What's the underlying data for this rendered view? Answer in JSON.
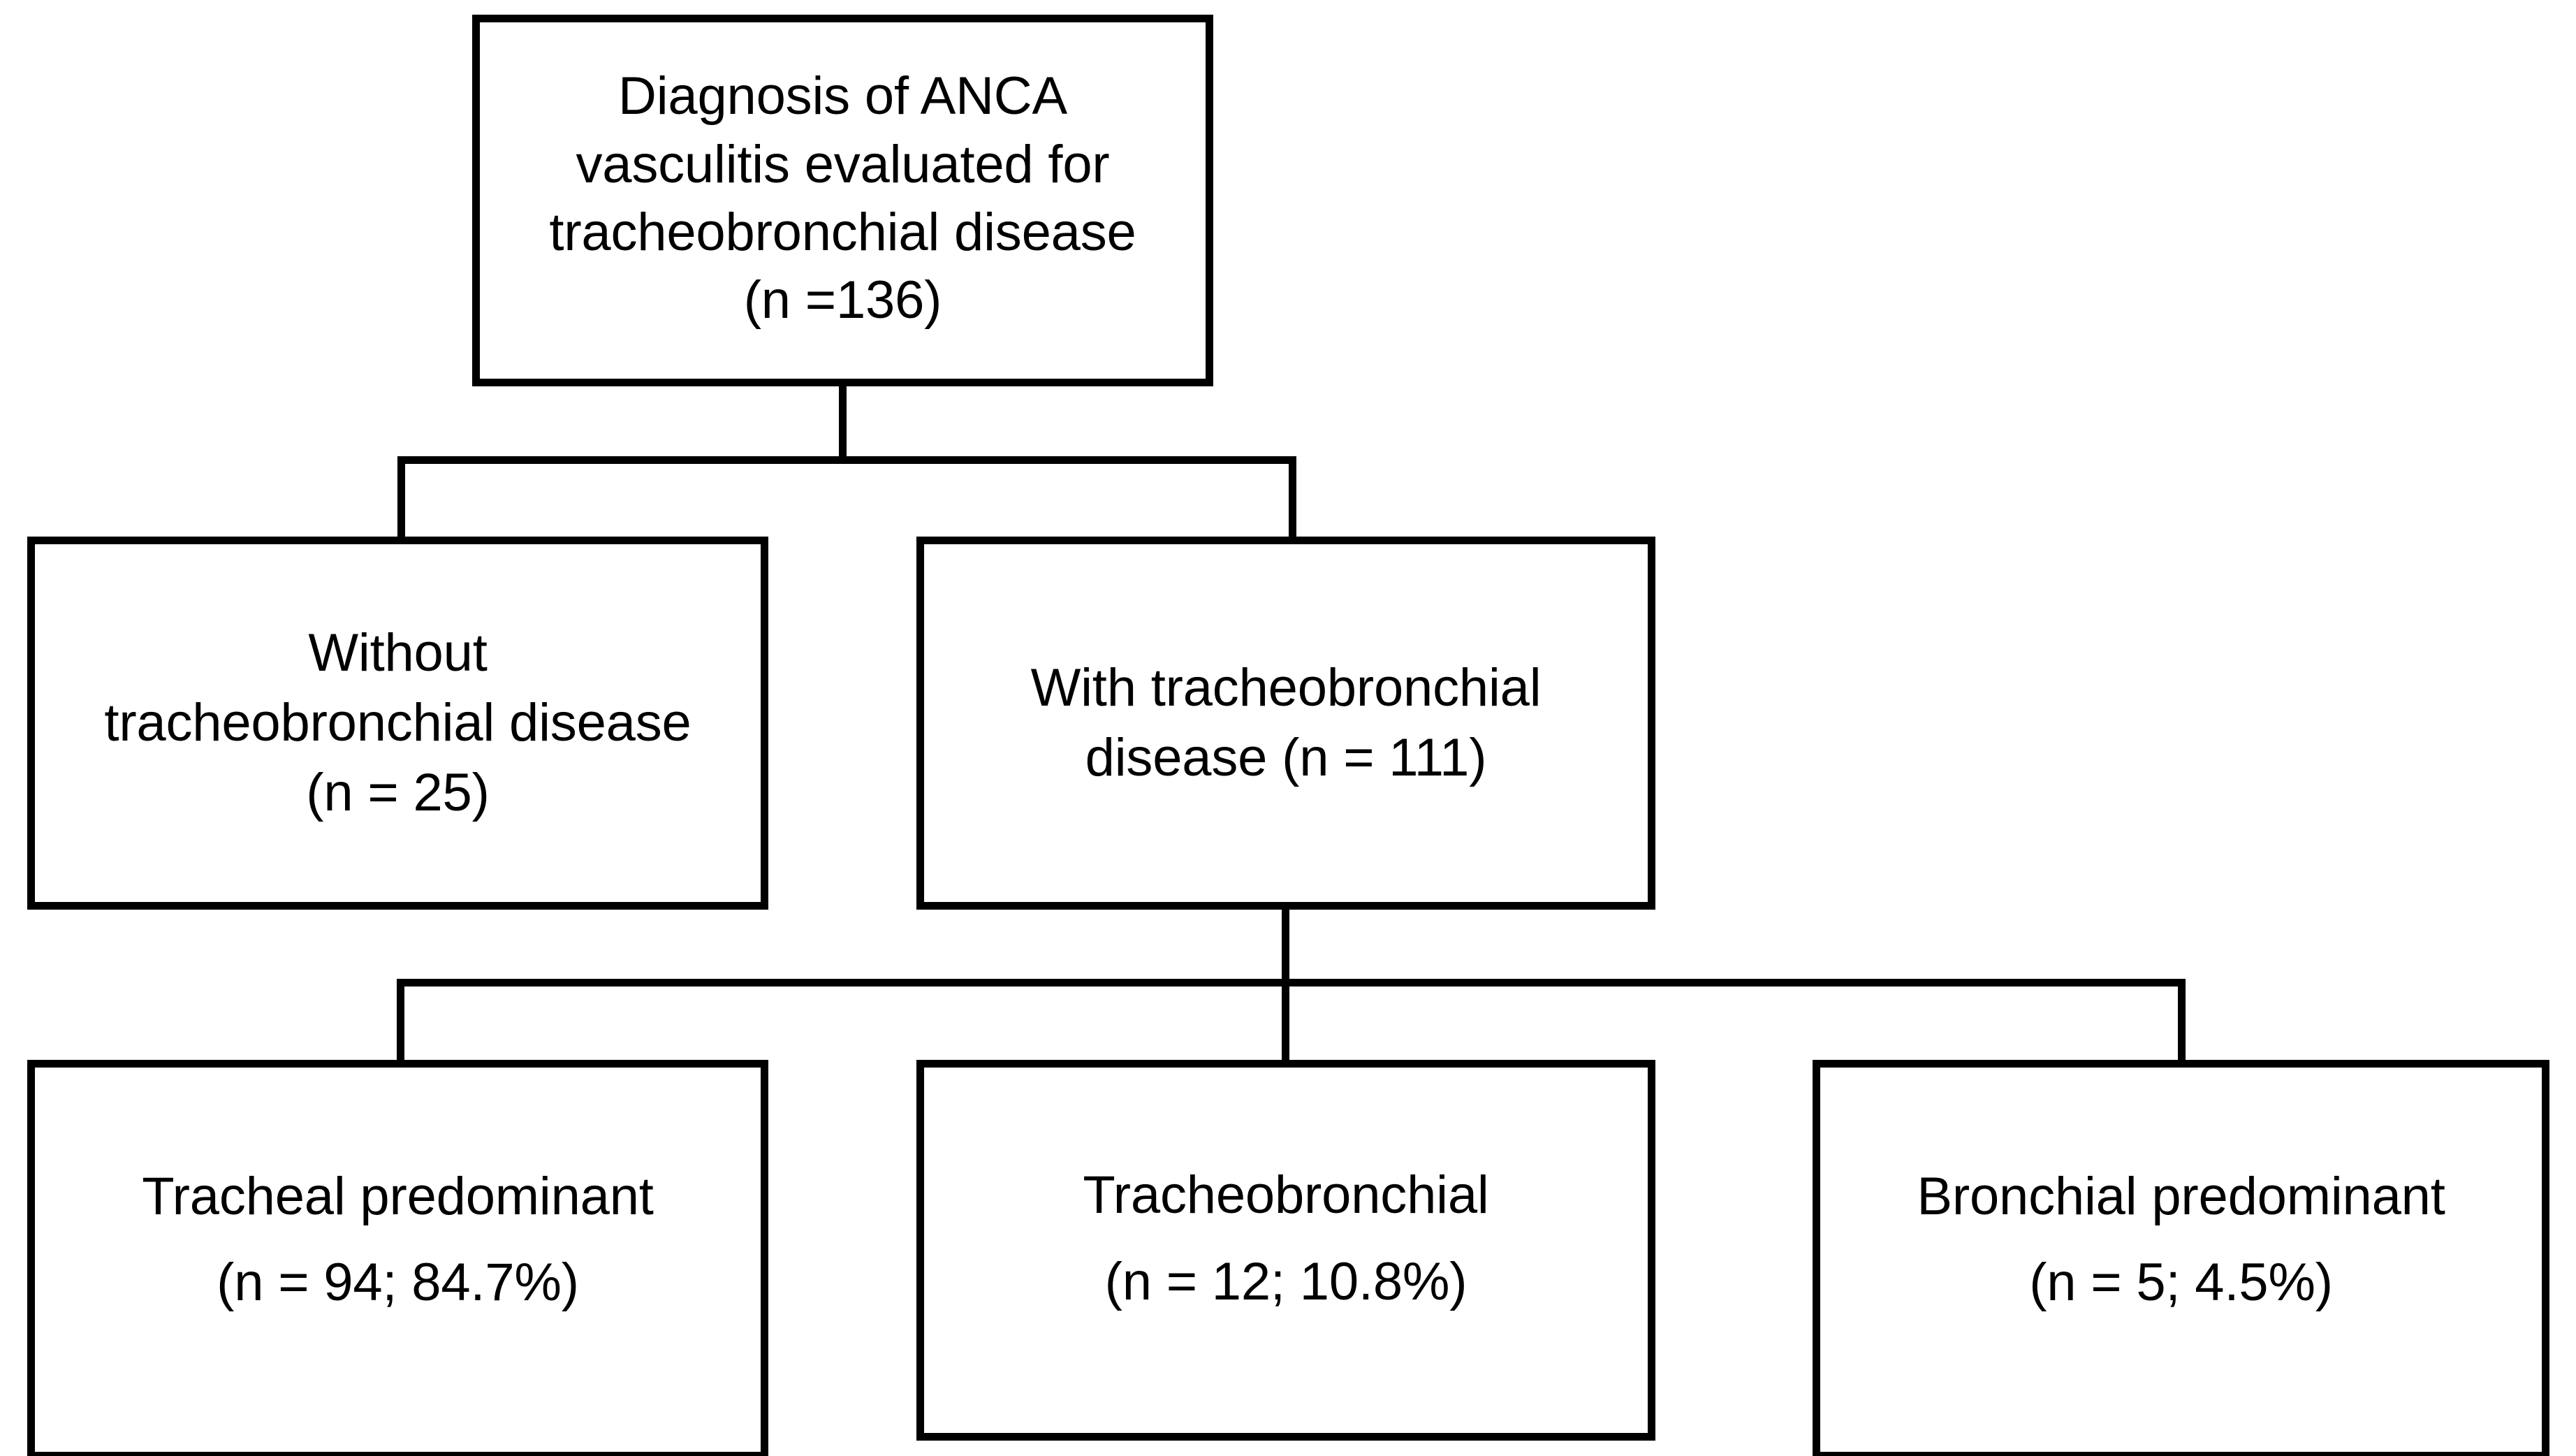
{
  "diagram": {
    "title": "ANCA vasculitis tracheobronchial disease patient flow",
    "type": "flowchart",
    "orientation": "top-down",
    "stroke_color": "#000000",
    "fill_color": "#ffffff",
    "nodes": [
      {
        "id": "root",
        "label": "Diagnosis of ANCA\nvasculitis evaluated for\ntracheobronchial disease\n(n =136)",
        "n": 136,
        "level": 0
      },
      {
        "id": "without",
        "label": "Without\ntracheobronchial disease\n(n = 25)",
        "n": 25,
        "level": 1
      },
      {
        "id": "with",
        "label": "With tracheobronchial\ndisease (n = 111)",
        "n": 111,
        "level": 1
      },
      {
        "id": "tracheal",
        "label": "Tracheal predominant\n(n = 94; 84.7%)",
        "n": 94,
        "percent": "84.7%",
        "level": 2
      },
      {
        "id": "tracheobronchial",
        "label": "Tracheobronchial\n(n = 12; 10.8%)",
        "n": 12,
        "percent": "10.8%",
        "level": 2
      },
      {
        "id": "bronchial",
        "label": "Bronchial predominant\n(n = 5; 4.5%)",
        "n": 5,
        "percent": "4.5%",
        "level": 2
      }
    ],
    "edges": [
      {
        "from": "root",
        "to": "without"
      },
      {
        "from": "root",
        "to": "with"
      },
      {
        "from": "with",
        "to": "tracheal"
      },
      {
        "from": "with",
        "to": "tracheobronchial"
      },
      {
        "from": "with",
        "to": "bronchial"
      }
    ]
  }
}
